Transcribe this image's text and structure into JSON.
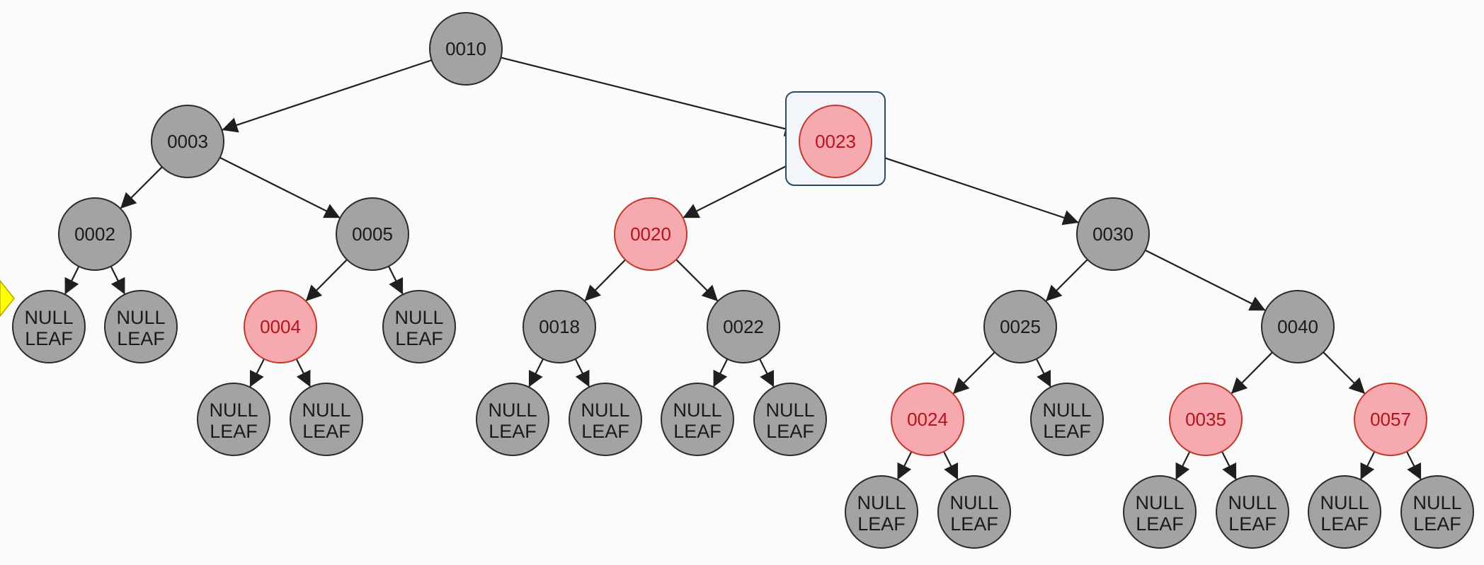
{
  "colors": {
    "black_fill": "#a3a2a5",
    "black_text": "#1a1a1a",
    "red_fill": "#f6a9ae",
    "red_stroke": "#c0392b",
    "red_text": "#b3141e",
    "edge": "#1f1f1f",
    "selection": "#2c4a66",
    "marker": "#ffff00"
  },
  "tree": {
    "nodes": [
      {
        "id": "n10",
        "label": "0010",
        "color": "black"
      },
      {
        "id": "n3",
        "label": "0003",
        "color": "black"
      },
      {
        "id": "n23",
        "label": "0023",
        "color": "red",
        "selected": true
      },
      {
        "id": "n2",
        "label": "0002",
        "color": "black"
      },
      {
        "id": "n5",
        "label": "0005",
        "color": "black"
      },
      {
        "id": "n20",
        "label": "0020",
        "color": "red"
      },
      {
        "id": "n30",
        "label": "0030",
        "color": "black"
      },
      {
        "id": "n4",
        "label": "0004",
        "color": "red"
      },
      {
        "id": "n18",
        "label": "0018",
        "color": "black"
      },
      {
        "id": "n22",
        "label": "0022",
        "color": "black"
      },
      {
        "id": "n25",
        "label": "0025",
        "color": "black"
      },
      {
        "id": "n40",
        "label": "0040",
        "color": "black"
      },
      {
        "id": "n24",
        "label": "0024",
        "color": "red"
      },
      {
        "id": "n35",
        "label": "0035",
        "color": "red"
      },
      {
        "id": "n57",
        "label": "0057",
        "color": "red"
      }
    ],
    "null_leaf": {
      "line1": "NULL",
      "line2": "LEAF"
    },
    "leaves": [
      {
        "id": "L1"
      },
      {
        "id": "L2"
      },
      {
        "id": "L3"
      },
      {
        "id": "L4"
      },
      {
        "id": "L5"
      },
      {
        "id": "L6"
      },
      {
        "id": "L7"
      },
      {
        "id": "L8"
      },
      {
        "id": "L9"
      },
      {
        "id": "L10"
      },
      {
        "id": "L11"
      },
      {
        "id": "L12"
      },
      {
        "id": "L13"
      },
      {
        "id": "L14"
      },
      {
        "id": "L15"
      },
      {
        "id": "L16"
      }
    ],
    "edges": [
      [
        "n10",
        "n3"
      ],
      [
        "n10",
        "n23"
      ],
      [
        "n3",
        "n2"
      ],
      [
        "n3",
        "n5"
      ],
      [
        "n23",
        "n20"
      ],
      [
        "n23",
        "n30"
      ],
      [
        "n2",
        "L1"
      ],
      [
        "n2",
        "L2"
      ],
      [
        "n5",
        "n4"
      ],
      [
        "n5",
        "L3"
      ],
      [
        "n4",
        "L4"
      ],
      [
        "n4",
        "L5"
      ],
      [
        "n20",
        "n18"
      ],
      [
        "n20",
        "n22"
      ],
      [
        "n18",
        "L6"
      ],
      [
        "n18",
        "L7"
      ],
      [
        "n22",
        "L8"
      ],
      [
        "n22",
        "L9"
      ],
      [
        "n30",
        "n25"
      ],
      [
        "n30",
        "n40"
      ],
      [
        "n25",
        "n24"
      ],
      [
        "n25",
        "L10"
      ],
      [
        "n24",
        "L11"
      ],
      [
        "n24",
        "L12"
      ],
      [
        "n40",
        "n35"
      ],
      [
        "n40",
        "n57"
      ],
      [
        "n35",
        "L13"
      ],
      [
        "n35",
        "L14"
      ],
      [
        "n57",
        "L15"
      ],
      [
        "n57",
        "L16"
      ]
    ]
  }
}
